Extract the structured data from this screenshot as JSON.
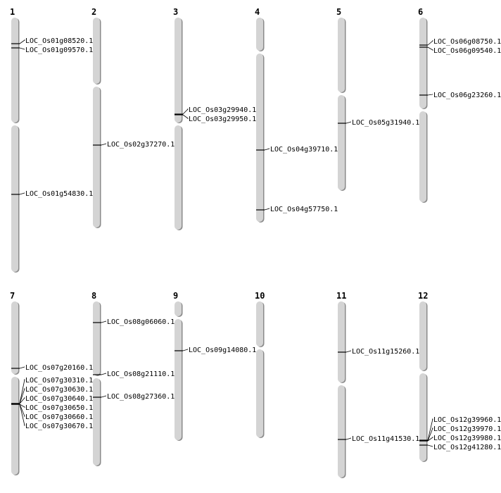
{
  "colors": {
    "chromosome_fill": "#d4d4d4",
    "chromosome_shadow": "#8a8a8a",
    "marker": "#000000"
  },
  "chromosomes": [
    {
      "name": "1",
      "genes": [
        "LOC_Os01g08520.1",
        "LOC_Os01g09570.1",
        "LOC_Os01g54830.1"
      ]
    },
    {
      "name": "2",
      "genes": [
        "LOC_Os02g37270.1"
      ]
    },
    {
      "name": "3",
      "genes": [
        "LOC_Os03g29940.1",
        "LOC_Os03g29950.1"
      ]
    },
    {
      "name": "4",
      "genes": [
        "LOC_Os04g39710.1",
        "LOC_Os04g57750.1"
      ]
    },
    {
      "name": "5",
      "genes": [
        "LOC_Os05g31940.1"
      ]
    },
    {
      "name": "6",
      "genes": [
        "LOC_Os06g08750.1",
        "LOC_Os06g09540.1",
        "LOC_Os06g23260.1"
      ]
    },
    {
      "name": "7",
      "genes": [
        "LOC_Os07g20160.1",
        "LOC_Os07g30310.1",
        "LOC_Os07g30630.1",
        "LOC_Os07g30640.1",
        "LOC_Os07g30650.1",
        "LOC_Os07g30660.1",
        "LOC_Os07g30670.1"
      ]
    },
    {
      "name": "8",
      "genes": [
        "LOC_Os08g06060.1",
        "LOC_Os08g21110.1",
        "LOC_Os08g27360.1"
      ]
    },
    {
      "name": "9",
      "genes": [
        "LOC_Os09g14080.1"
      ]
    },
    {
      "name": "10",
      "genes": []
    },
    {
      "name": "11",
      "genes": [
        "LOC_Os11g15260.1",
        "LOC_Os11g41530.1"
      ]
    },
    {
      "name": "12",
      "genes": [
        "LOC_Os12g39960.1",
        "LOC_Os12g39970.1",
        "LOC_Os12g39980.1",
        "LOC_Os12g41280.1"
      ]
    }
  ]
}
